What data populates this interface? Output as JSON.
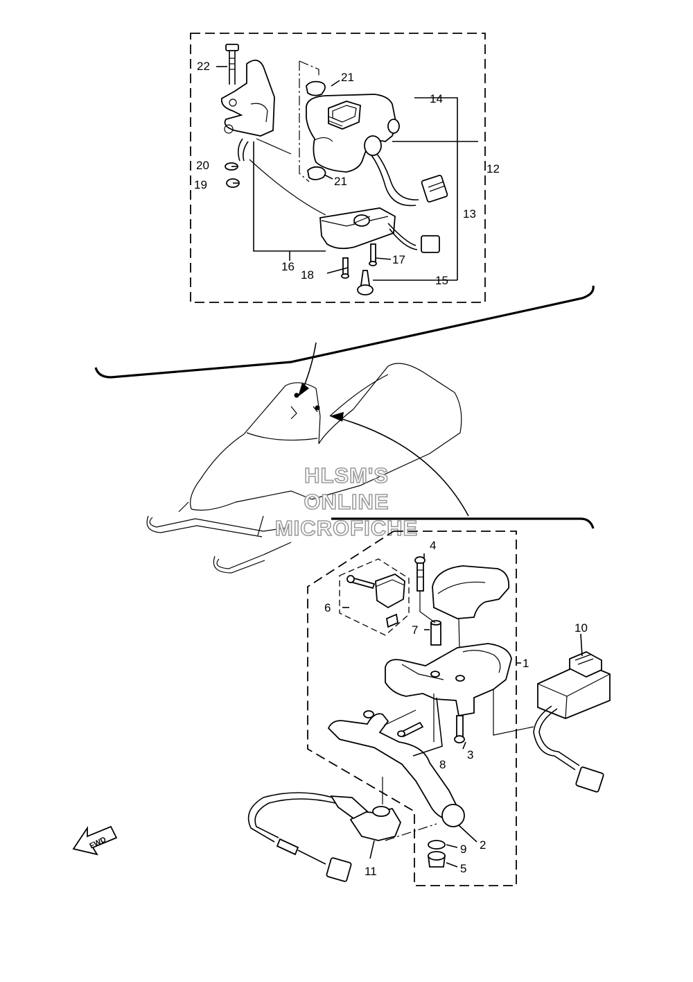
{
  "watermark": {
    "line1": "HLSM'S",
    "line2": "ONLINE",
    "line3": "MICROFICHE"
  },
  "direction_arrow": {
    "label": "FWD",
    "icon": "fwd-arrow-icon"
  },
  "callouts": {
    "c1": "1",
    "c2": "2",
    "c3": "3",
    "c4": "4",
    "c5": "5",
    "c6": "6",
    "c7": "7",
    "c8": "8",
    "c9": "9",
    "c10": "10",
    "c11": "11",
    "c12": "12",
    "c13": "13",
    "c14": "14",
    "c15": "15",
    "c16": "16",
    "c17": "17",
    "c18": "18",
    "c19": "19",
    "c20": "20",
    "c21a": "21",
    "c21b": "21",
    "c22": "22"
  }
}
